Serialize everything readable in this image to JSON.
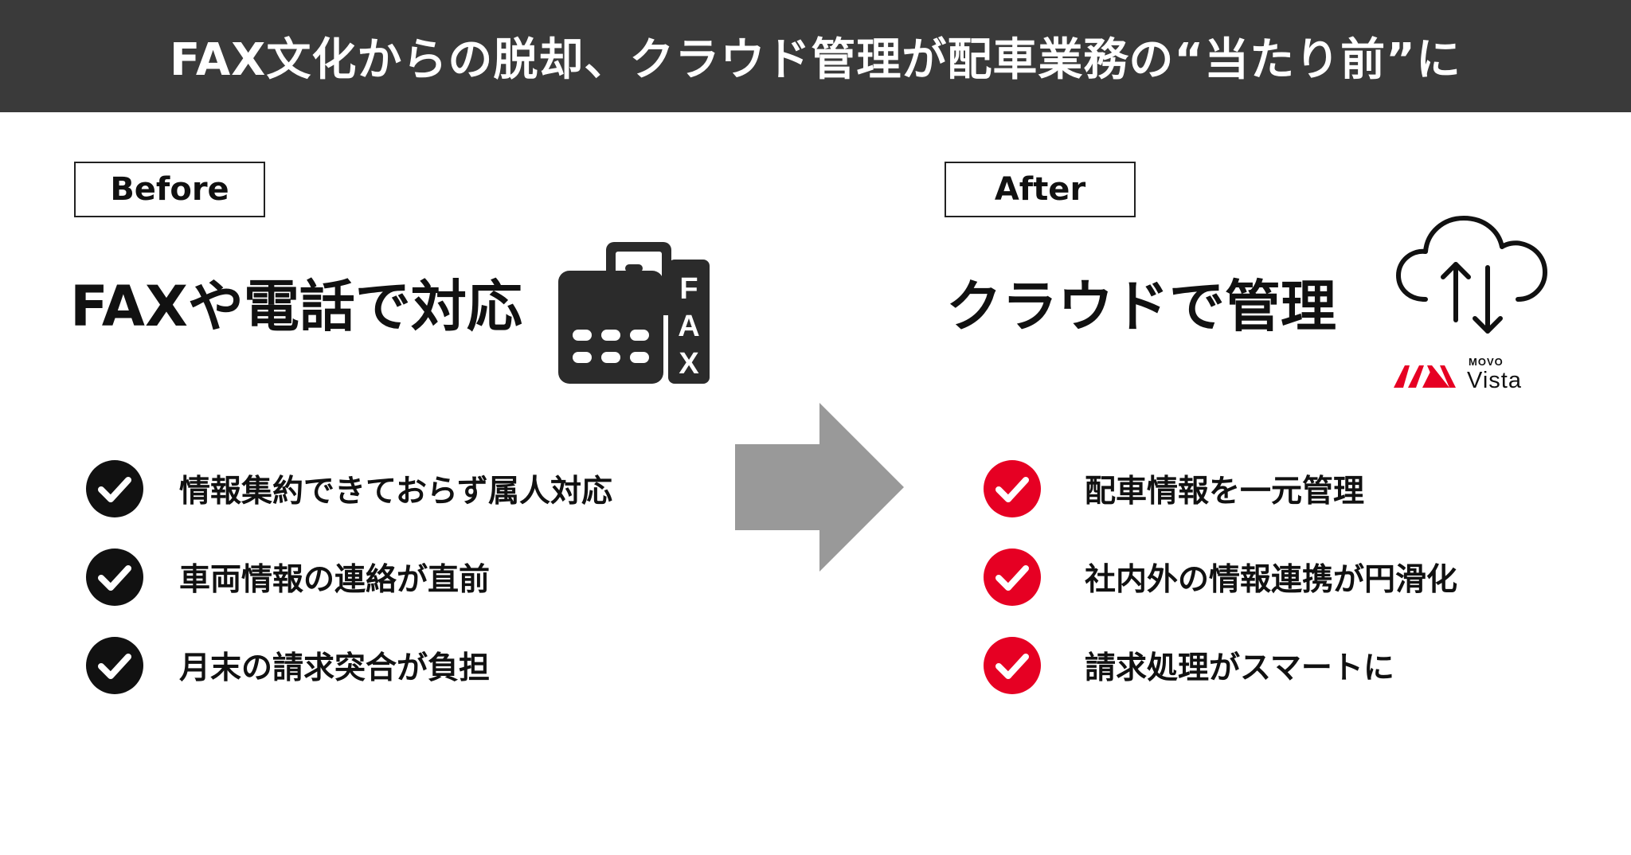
{
  "title": "FAX文化からの脱却、クラウド管理が配車業務の“当たり前”に",
  "before": {
    "tag": "Before",
    "heading": "FAXや電話で対応",
    "icon": "fax-machine-icon",
    "icon_letters": [
      "F",
      "A",
      "X"
    ],
    "items": [
      "情報集約できておらず属人対応",
      "車両情報の連絡が直前",
      "月末の請求突合が負担"
    ],
    "check_color": "#111111"
  },
  "after": {
    "tag": "After",
    "heading": "クラウドで管理",
    "icon": "cloud-sync-icon",
    "logo": {
      "small": "MOVO",
      "large": "Vista"
    },
    "items": [
      "配車情報を一元管理",
      "社内外の情報連携が円滑化",
      "請求処理がスマートに"
    ],
    "check_color": "#e60023"
  },
  "arrow_color": "#999999",
  "title_bar_color": "#3a3a3a"
}
